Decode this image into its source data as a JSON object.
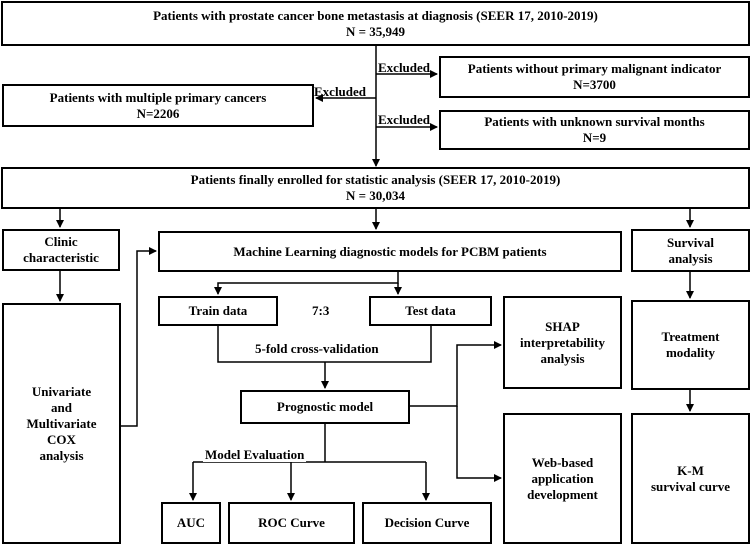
{
  "nodes": {
    "top": {
      "line1": "Patients with prostate cancer bone metastasis at diagnosis (SEER 17, 2010-2019)",
      "line2": "N = 35,949"
    },
    "excl_primary": {
      "line1": "Patients without primary malignant indicator",
      "line2": "N=3700"
    },
    "excl_multi": {
      "line1": "Patients with multiple primary cancers",
      "line2": "N=2206"
    },
    "excl_unknown": {
      "line1": "Patients with unknown survival months",
      "line2": "N=9"
    },
    "enrolled": {
      "line1": "Patients finally enrolled for statistic analysis (SEER 17, 2010-2019)",
      "line2": "N = 30,034"
    },
    "clinic": {
      "line1": "Clinic",
      "line2": "characteristic"
    },
    "ml": {
      "text": "Machine Learning diagnostic models for PCBM patients"
    },
    "survival": {
      "line1": "Survival",
      "line2": "analysis"
    },
    "cox": {
      "line1": "Univariate",
      "line2": "and",
      "line3": "Multivariate",
      "line4": "COX",
      "line5": "analysis"
    },
    "train": {
      "text": "Train data"
    },
    "test": {
      "text": "Test data"
    },
    "shap": {
      "line1": "SHAP",
      "line2": "interpretability",
      "line3": "analysis"
    },
    "treatment": {
      "line1": "Treatment",
      "line2": "modality"
    },
    "prognostic": {
      "text": "Prognostic model"
    },
    "web": {
      "line1": "Web-based",
      "line2": "application",
      "line3": "development"
    },
    "km": {
      "line1": "K-M",
      "line2": "survival curve"
    },
    "auc": {
      "text": "AUC"
    },
    "roc": {
      "text": "ROC Curve"
    },
    "decision": {
      "text": "Decision Curve"
    }
  },
  "labels": {
    "excluded_1": "Excluded",
    "excluded_2": "Excluded",
    "excluded_3": "Excluded",
    "ratio": "7:3",
    "cross_validation": "5-fold cross-validation",
    "model_evaluation": "Model Evaluation"
  }
}
